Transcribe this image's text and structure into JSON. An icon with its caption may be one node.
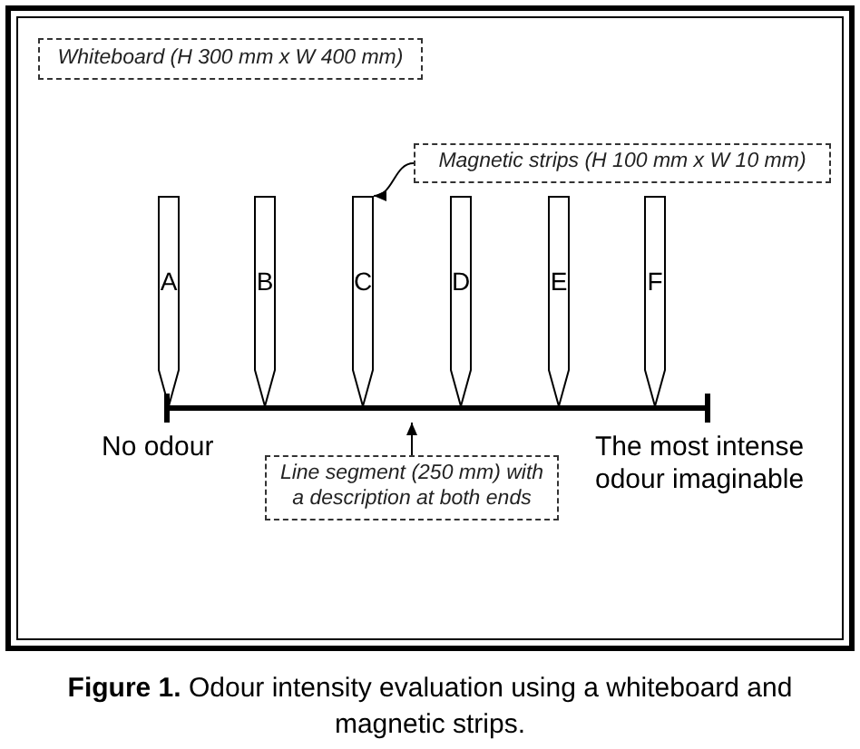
{
  "diagram": {
    "caption": "**Figure 1.** Odour intensity evaluation using a whiteboard and magnetic strips.",
    "nodes": [
      {
        "text": [],
        "shape": "box"
      },
      {
        "text": [
          "Whiteboard (H 300 mm x W 400 mm)"
        ],
        "in": 0
      },
      {
        "text": [
          "Magnetic strips (H 100 mm x W 10 mm)"
        ],
        "in": 0
      },
      {
        "text": [
          "A"
        ],
        "in": 0
      },
      {
        "text": [
          "B"
        ],
        "in": 0
      },
      {
        "text": [
          "C"
        ],
        "in": 0
      },
      {
        "text": [
          "D"
        ],
        "in": 0
      },
      {
        "text": [
          "E"
        ],
        "in": 0
      },
      {
        "text": [
          "F"
        ],
        "in": 0
      },
      {
        "text": [],
        "shape": "bar",
        "in": 0,
        "beside": [
          "No odour",
          "The most intense odour imaginable"
        ]
      },
      {
        "text": [
          "Line segment (250 mm) with a description at both ends"
        ],
        "in": 0
      }
    ],
    "edges": [
      {
        "from": 2,
        "to": 5,
        "arrow": "to"
      },
      {
        "from": 10,
        "to": 9,
        "arrow": "to"
      }
    ]
  }
}
